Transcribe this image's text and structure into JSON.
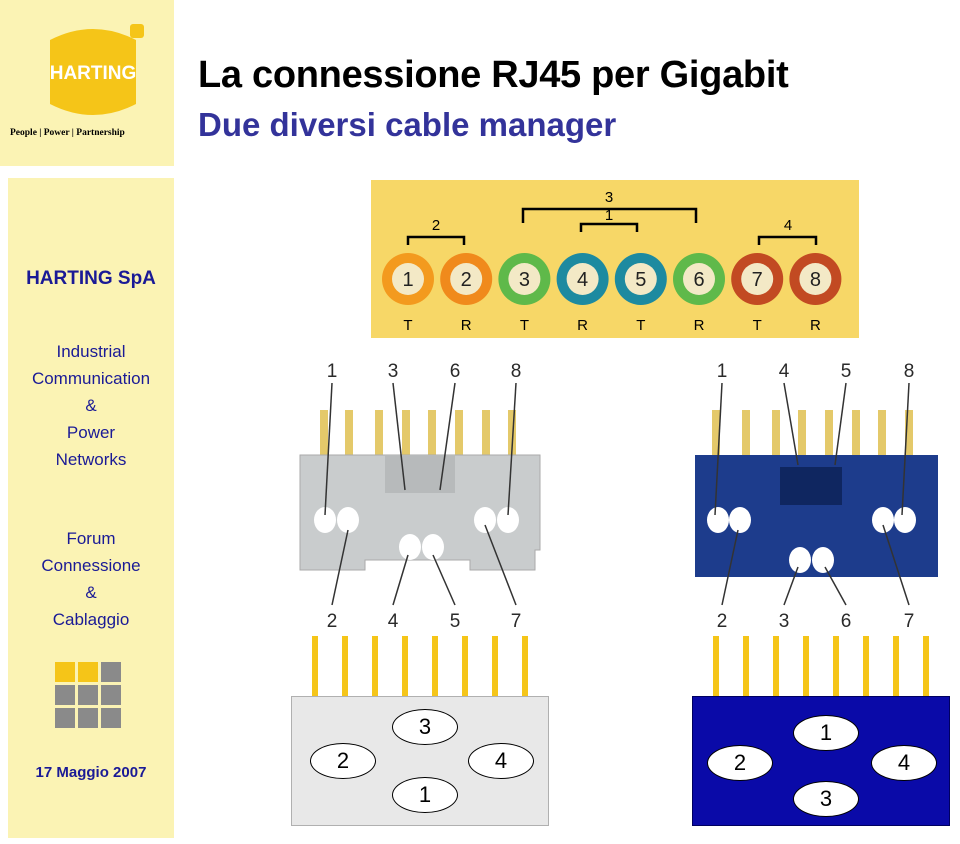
{
  "logo": {
    "brand": "HARTING",
    "tagline": "People | Power | Partnership"
  },
  "header": {
    "title": "La connessione RJ45 per Gigabit",
    "subtitle": "Due diversi cable manager"
  },
  "sidebar": {
    "company": "HARTING SpA",
    "division": [
      "Industrial",
      "Communication",
      "&",
      "Power",
      "Networks"
    ],
    "event": [
      "Forum",
      "Connessione",
      "&",
      "Cablaggio"
    ],
    "date": "17 Maggio 2007"
  },
  "pair_diagram": {
    "brackets": {
      "pair2": "2",
      "pair3": "3",
      "pair1": "1",
      "pair4": "4"
    },
    "pins": [
      {
        "num": "1",
        "letter": "T",
        "color": "#f39a1e"
      },
      {
        "num": "2",
        "letter": "R",
        "color": "#f08a1c"
      },
      {
        "num": "3",
        "letter": "T",
        "color": "#5fb94a"
      },
      {
        "num": "4",
        "letter": "R",
        "color": "#1d8aa0"
      },
      {
        "num": "5",
        "letter": "T",
        "color": "#1d8aa0"
      },
      {
        "num": "6",
        "letter": "R",
        "color": "#5fb94a"
      },
      {
        "num": "7",
        "letter": "T",
        "color": "#c24a22"
      },
      {
        "num": "8",
        "letter": "R",
        "color": "#c24a22"
      }
    ]
  },
  "manager_grey": {
    "top_pins": [
      "1",
      "3",
      "6",
      "8"
    ],
    "bottom_pins": [
      "2",
      "4",
      "5",
      "7"
    ],
    "pairs": {
      "left": "2",
      "top": "3",
      "right": "4",
      "bottom": "1"
    },
    "color": "#c9cccd"
  },
  "manager_blue": {
    "top_pins": [
      "1",
      "4",
      "5",
      "8"
    ],
    "bottom_pins": [
      "2",
      "3",
      "6",
      "7"
    ],
    "pairs": {
      "left": "2",
      "top": "1",
      "right": "4",
      "bottom": "3"
    },
    "color": "#1d3c8c"
  }
}
